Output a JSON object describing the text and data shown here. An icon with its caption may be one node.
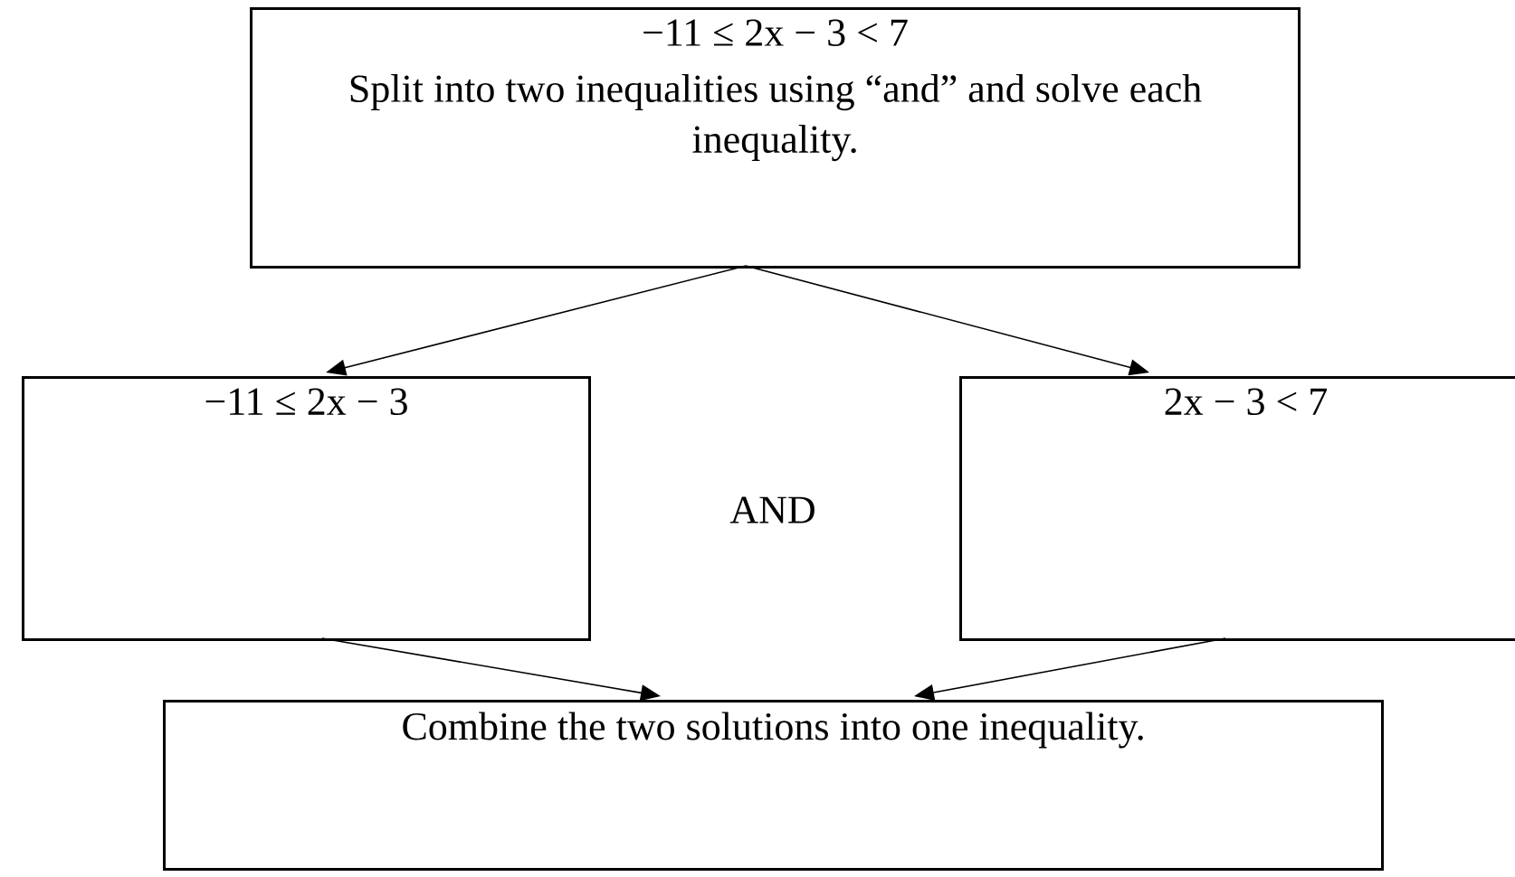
{
  "diagram": {
    "nodes": [
      {
        "text": [
          "−11 ≤ 2x − 3 < 7",
          "Split into two inequalities using “and” and solve each inequality."
        ]
      },
      {
        "text": [
          "−11 ≤ 2x − 3"
        ]
      },
      {
        "text": [
          "2x − 3 < 7"
        ]
      },
      {
        "text": [
          "Combine the two solutions into one inequality."
        ]
      }
    ],
    "edges": [
      {
        "from": 0,
        "to": 1,
        "arrow": "to"
      },
      {
        "from": 0,
        "to": 2,
        "arrow": "to"
      },
      {
        "from": 1,
        "to": 3,
        "arrow": "to"
      },
      {
        "from": 2,
        "to": 3,
        "arrow": "to"
      }
    ],
    "labels": [
      "AND"
    ]
  }
}
